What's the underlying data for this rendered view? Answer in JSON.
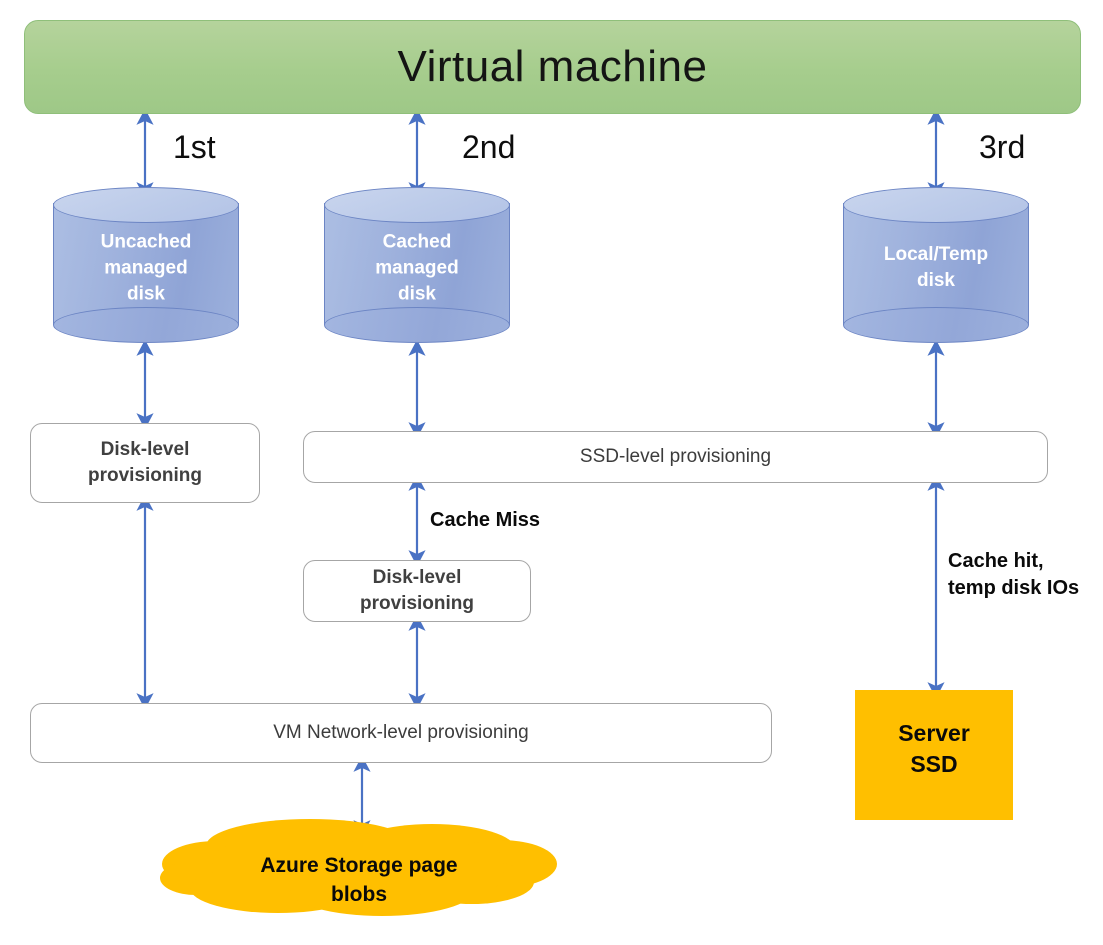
{
  "diagram": {
    "title": "Virtual machine",
    "accent_colors": {
      "vm_green": "#a6cd8d",
      "disk_blue": "#9fb2dd",
      "arrow_blue": "#4a72c4",
      "storage_orange": "#ffbf00",
      "box_border_gray": "#a6a6a6",
      "box_text_gray": "#404040"
    },
    "header": {
      "label": "Virtual machine"
    },
    "ordinals": [
      {
        "label": "1st"
      },
      {
        "label": "2nd"
      },
      {
        "label": "3rd"
      }
    ],
    "disks": [
      {
        "label": "Uncached\nmanaged\ndisk"
      },
      {
        "label": "Cached\nmanaged\ndisk"
      },
      {
        "label": "Local/Temp\ndisk"
      }
    ],
    "boxes": {
      "disk_level_left": "Disk-level\nprovisioning",
      "ssd_level": "SSD-level provisioning",
      "disk_level_middle": "Disk-level\nprovisioning",
      "vm_network_level": "VM Network-level provisioning"
    },
    "edge_labels": {
      "cache_miss": "Cache Miss",
      "cache_hit": "Cache hit,\ntemp disk IOs"
    },
    "server_ssd": {
      "label": "Server\nSSD"
    },
    "storage_cloud": {
      "label": "Azure Storage page\nblobs"
    }
  }
}
